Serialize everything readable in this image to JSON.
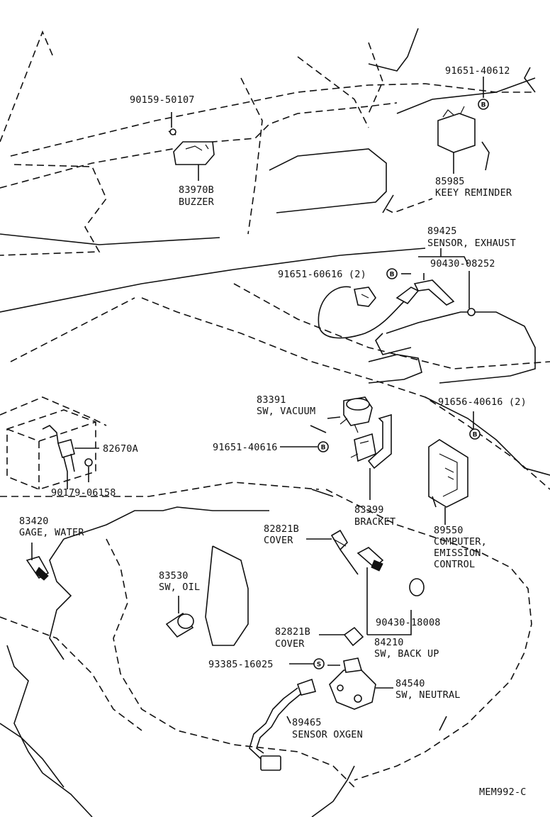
{
  "diagram": {
    "code": "MEM992-C",
    "labels": {
      "p90159": "90159-50107",
      "p83970_num": "83970B",
      "p83970_name": "BUZZER",
      "p91651_40612": "91651-40612",
      "p85985_num": "85985",
      "p85985_name": "KEEY REMINDER",
      "p89425_num": "89425",
      "p89425_name": "SENSOR, EXHAUST",
      "p91651_60616": "91651-60616 (2)",
      "p90430_08252": "90430-08252",
      "p83391_num": "83391",
      "p83391_name": "SW, VACUUM",
      "p91656_40616": "91656-40616 (2)",
      "p91651_40616": "91651-40616",
      "p82670": "82670A",
      "p90179": "90179-06158",
      "p83399_num": "83399",
      "p83399_name": "BRACKET",
      "p83420_num": "83420",
      "p83420_name": "GAGE, WATER",
      "p82821_num": "82821B",
      "p82821_name": "COVER",
      "p89550_num": "89550",
      "p89550_l1": "COMPUTER,",
      "p89550_l2": "EMISSION",
      "p89550_l3": "CONTROL",
      "p83530_num": "83530",
      "p83530_name": "SW, OIL",
      "p90430_18008": "90430-18008",
      "p82821b2_num": "82821B",
      "p82821b2_name": "COVER",
      "p84210_num": "84210",
      "p84210_name": "SW, BACK UP",
      "p93385": "93385-16025",
      "p84540_num": "84540",
      "p84540_name": "SW, NEUTRAL",
      "p89465_num": "89465",
      "p89465_name": "SENSOR OXGEN"
    },
    "markers": {
      "b": "B",
      "s": "S"
    }
  }
}
